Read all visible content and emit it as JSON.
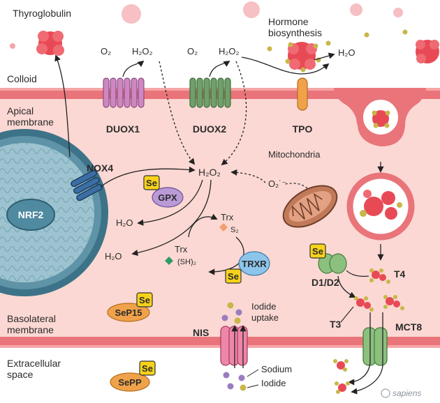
{
  "labels": {
    "thyroglobulin": "Thyroglobulin",
    "colloid": "Colloid",
    "apical_membrane": [
      "Apical",
      "membrane"
    ],
    "basolateral_membrane": [
      "Basolateral",
      "membrane"
    ],
    "extracellular_space": [
      "Extracellular",
      "space"
    ],
    "hormone_biosynthesis": [
      "Hormone",
      "biosynthesis"
    ],
    "mitochondria": "Mitochondria",
    "iodide_uptake": [
      "Iodide",
      "uptake"
    ],
    "sodium": "Sodium",
    "iodide": "Iodide",
    "watermark": "sapiens"
  },
  "proteins": {
    "duox1": "DUOX1",
    "duox2": "DUOX2",
    "tpo": "TPO",
    "nox4": "NOX4",
    "nrf2": "NRF2",
    "gpx": "GPX",
    "trxr": "TRXR",
    "sep15": "SeP15",
    "sepp": "SePP",
    "nis": "NIS",
    "mct8": "MCT8",
    "d1d2": "D1/D2"
  },
  "molecules": {
    "o2_a": "O₂",
    "h2o2_a": "H₂O₂",
    "o2_b": "O₂",
    "h2o2_b": "H₂O₂",
    "h2o_colloid": "H₂O",
    "h2o2_center": "H₂O₂",
    "superoxide": "O₂˙⁻",
    "h2o_a": "H₂O",
    "h2o_b": "H₂O",
    "trx_ox": "Trx",
    "trx_ox_sub": "S₂",
    "trx_red": "Trx",
    "trx_red_sub": "(SH)₂",
    "t4": "T4",
    "t3": "T3"
  },
  "selenium_badge": "Se",
  "colors": {
    "cell": "#fbd8d3",
    "membrane": "#e9747a",
    "membrane_light": "#f39a9c",
    "nucleus": "#3d7388",
    "nucleus_light": "#9cc3cf",
    "duox1": "#cf86c2",
    "duox2": "#6fa06a",
    "tpo": "#f0a24a",
    "selenium": "#f7d21a",
    "hormone": "#e84a55"
  }
}
